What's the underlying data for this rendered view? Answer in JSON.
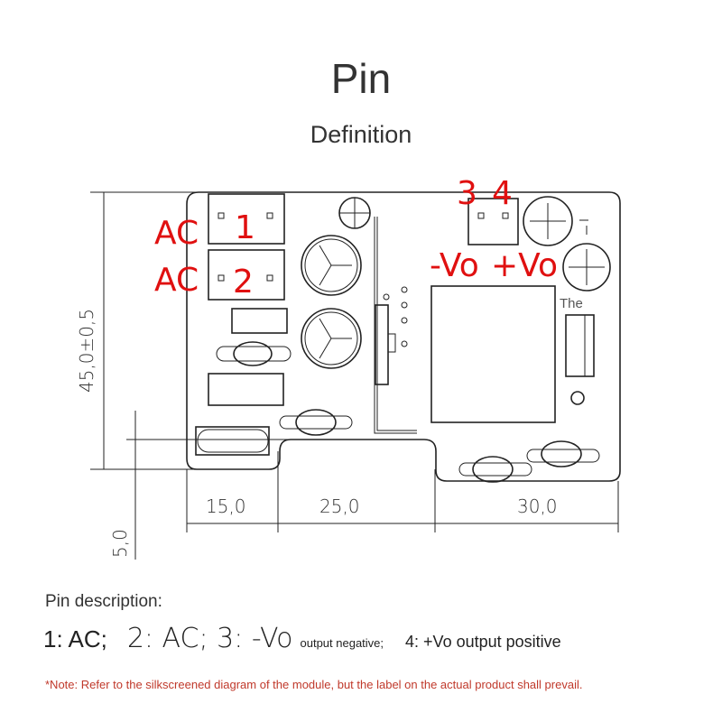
{
  "header": {
    "title": "Pin",
    "subtitle": "Definition"
  },
  "diagram": {
    "labels": {
      "ac1": "AC",
      "pin1": "1",
      "ac2": "AC",
      "pin2": "2",
      "pin3": "3",
      "pin4": "4",
      "neg": "-Vo",
      "pos": "+Vo",
      "the": "The"
    },
    "dimensions": {
      "height": "45,0±0,5",
      "notch": "5,0",
      "left": "15,0",
      "middle": "25,0",
      "right": "30,0"
    }
  },
  "pin_description": {
    "heading": "Pin description:",
    "p1": "1: AC;",
    "p2": "2: AC;  3: -Vo",
    "p3_suffix": "output negative;",
    "p4": "4: +Vo output positive"
  },
  "note": "*Note: Refer to the silkscreened diagram of the module, but the label on the actual product shall prevail.",
  "colors": {
    "accent": "#e01010",
    "note": "#c0392b"
  }
}
